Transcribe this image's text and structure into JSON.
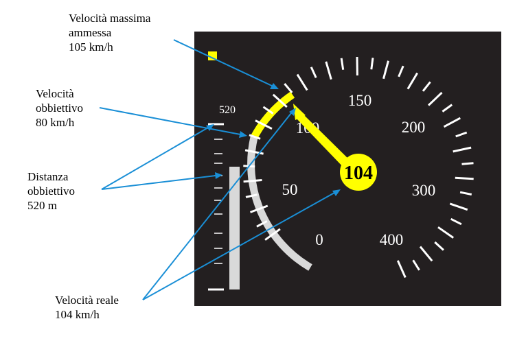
{
  "colors": {
    "panel": "#231f20",
    "permitted": "#ffff00",
    "target": "#d9d9d9",
    "ticks": "#ffffff",
    "arrows": "#1a8fd6",
    "hub_text": "#000000"
  },
  "dial": {
    "scale_labels": [
      "0",
      "50",
      "100",
      "150",
      "200",
      "300",
      "400"
    ],
    "current_speed": "104",
    "current_speed_value": 104,
    "permitted_speed_value": 105,
    "target_speed_value": 80
  },
  "distance_bar": {
    "top_label": "520",
    "target_distance_m": 520
  },
  "callouts": {
    "max_speed": [
      "Velocità massima",
      "ammessa",
      "105 km/h"
    ],
    "target_speed": [
      "Velocità",
      "obbiettivo",
      "80 km/h"
    ],
    "target_distance": [
      "Distanza",
      "obbiettivo",
      "520 m"
    ],
    "real_speed": [
      "Velocità reale",
      "104 km/h"
    ]
  }
}
